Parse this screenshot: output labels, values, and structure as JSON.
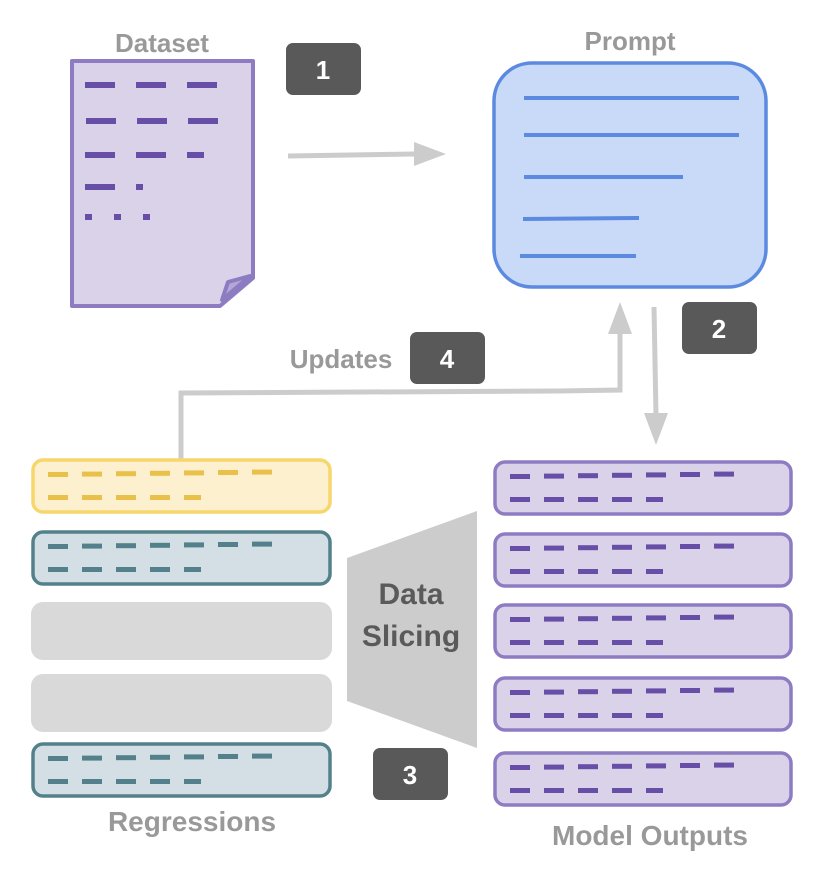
{
  "labels": {
    "dataset": "Dataset",
    "prompt": "Prompt",
    "updates": "Updates",
    "data_slicing_line1": "Data",
    "data_slicing_line2": "Slicing",
    "regressions": "Regressions",
    "model_outputs": "Model Outputs"
  },
  "badges": {
    "step1": "1",
    "step2": "2",
    "step3": "3",
    "step4": "4"
  },
  "colors": {
    "label_gray": "#999999",
    "badge_bg": "#595959",
    "arrow_gray": "#cccccc",
    "dataset_fill": "#d9d2e9",
    "dataset_stroke": "#8e7cc3",
    "dataset_text": "#674ea7",
    "prompt_fill": "#c9daf8",
    "prompt_stroke": "#5b8ae0",
    "regression_yellow_fill": "#fcf0cf",
    "regression_yellow_stroke": "#f7d66b",
    "regression_yellow_text": "#e9c14a",
    "regression_teal_fill": "#d3dfe4",
    "regression_teal_stroke": "#53808b",
    "slot_empty_fill": "#d9d9d9",
    "slicer_fill": "#cccccc",
    "slicer_text": "#5a5a5a"
  },
  "regressions": [
    {
      "kind": "highlighted"
    },
    {
      "kind": "regression"
    },
    {
      "kind": "empty"
    },
    {
      "kind": "empty"
    },
    {
      "kind": "regression"
    }
  ],
  "model_outputs": [
    {
      "kind": "output"
    },
    {
      "kind": "output"
    },
    {
      "kind": "output"
    },
    {
      "kind": "output"
    },
    {
      "kind": "output"
    }
  ]
}
